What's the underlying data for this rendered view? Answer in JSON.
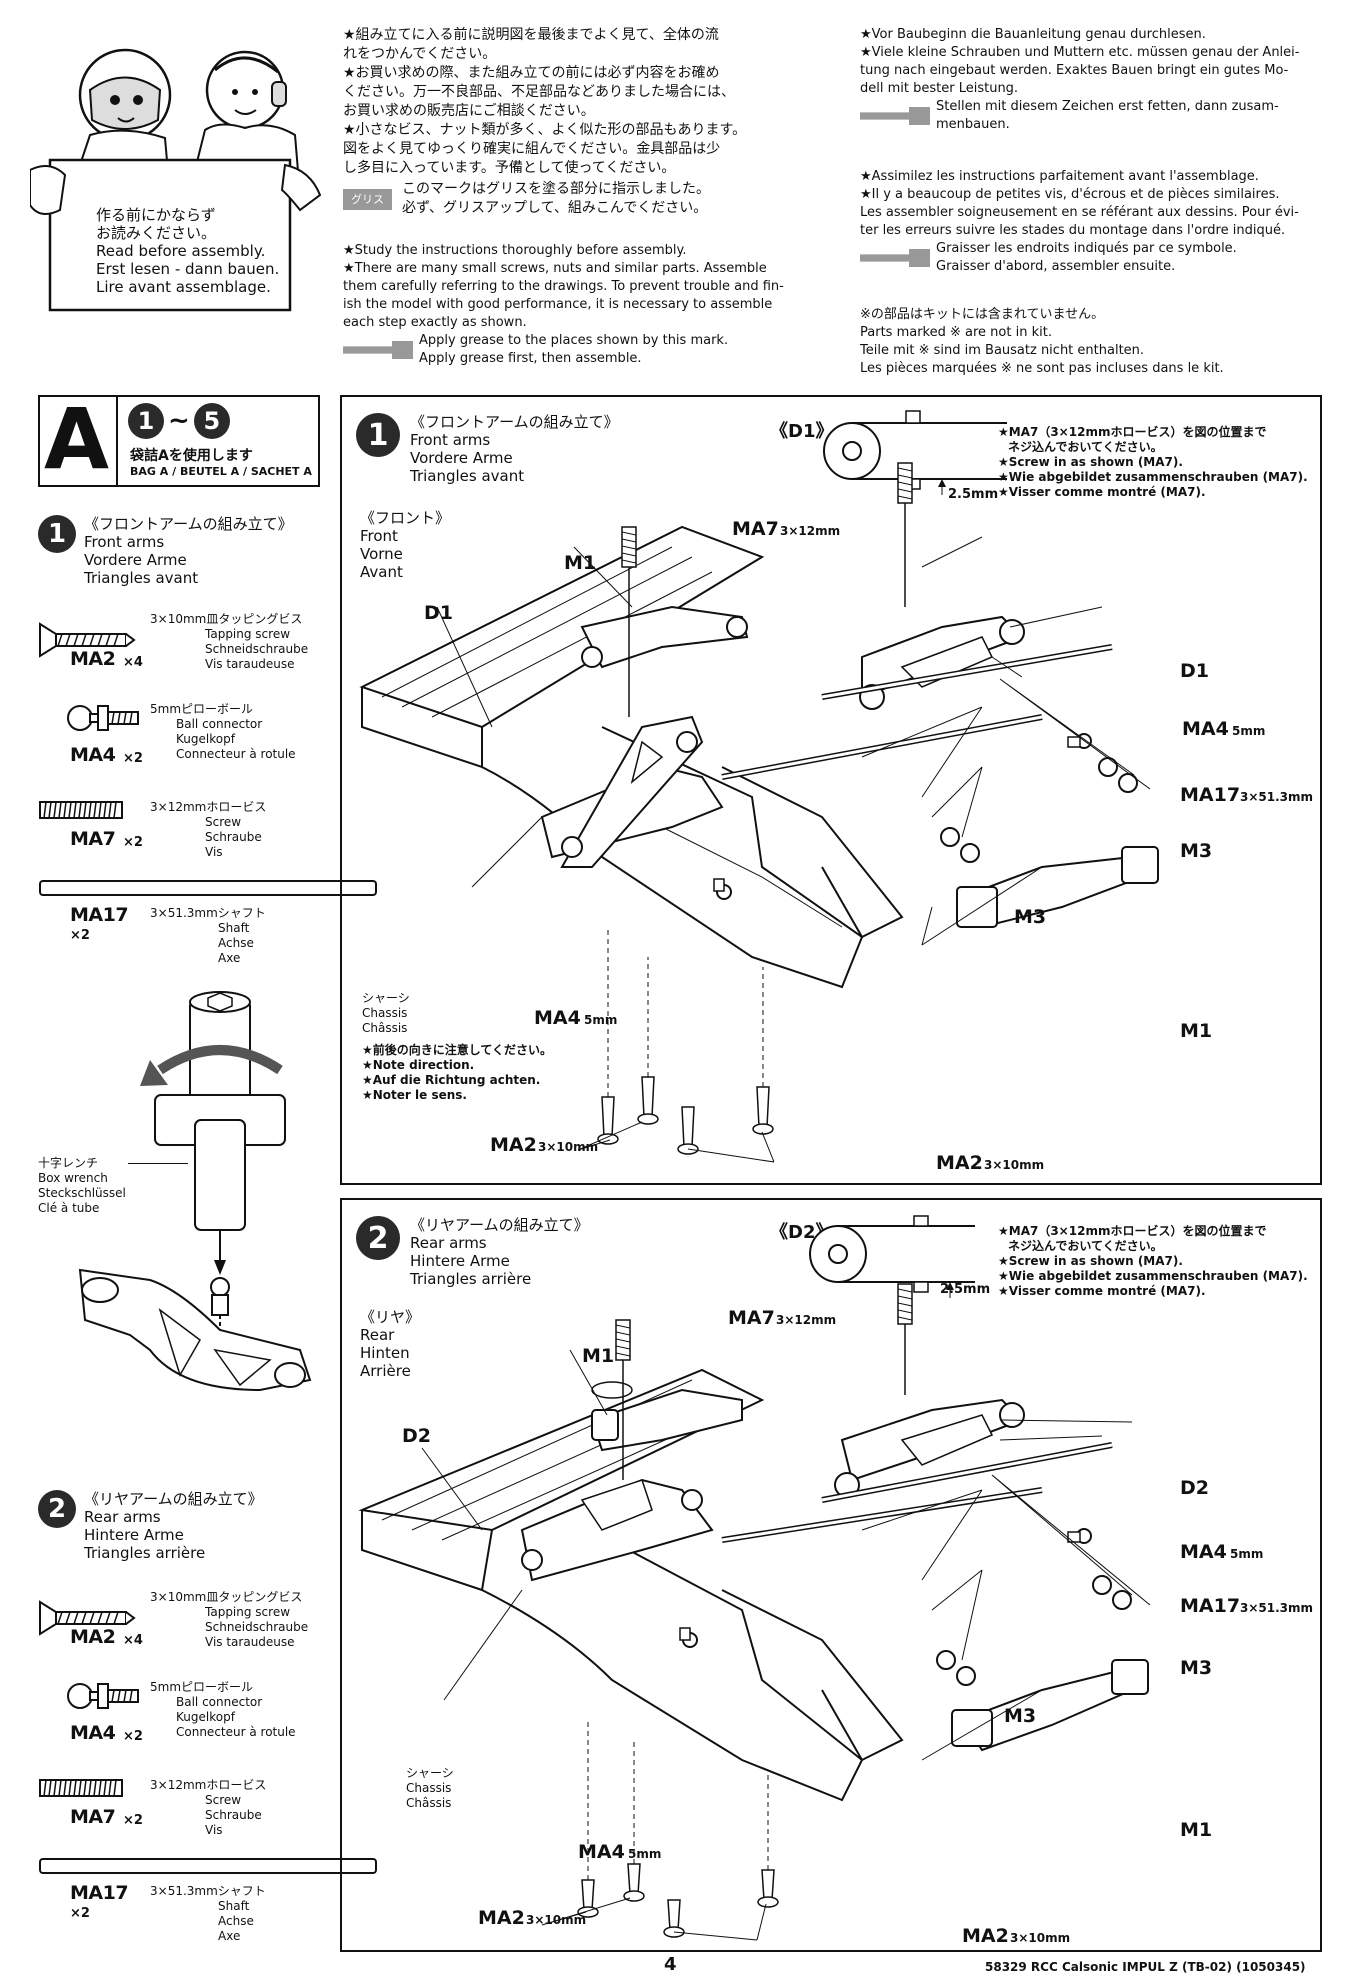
{
  "header": {
    "sign_lines": [
      "作る前にかならず",
      "お読みください。",
      "Read before assembly.",
      "Erst lesen - dann bauen.",
      "Lire avant assemblage."
    ],
    "jp_block": [
      "★組み立てに入る前に説明図を最後までよく見て、全体の流",
      "れをつかんでください。",
      "★お買い求めの際、また組み立ての前には必ず内容をお確め",
      "ください。万一不良部品、不足部品などありました場合には、",
      "お買い求めの販売店にご相談ください。",
      "★小さなビス、ナット類が多く、よく似た形の部品もあります。",
      "図をよく見てゆっくり確実に組んでください。金具部品は少",
      "し多目に入っています。予備として使ってください。"
    ],
    "grease_tag": "グリス",
    "jp_grease_lines": [
      "このマークはグリスを塗る部分に指示しました。",
      "必ず、グリスアップして、組みこんでください。"
    ],
    "en_block": [
      "★Study the instructions thoroughly before assembly.",
      "★There are many small screws, nuts and similar parts. Assemble",
      "them carefully referring to the drawings. To prevent trouble and fin-",
      "ish the model with good performance, it is necessary to assemble",
      "each step exactly as shown."
    ],
    "en_grease_lines": [
      "Apply grease to the places shown by this mark.",
      "Apply grease first, then assemble."
    ],
    "de_block": [
      "★Vor Baubeginn die Bauanleitung genau durchlesen.",
      "★Viele kleine Schrauben und Muttern etc. müssen genau der Anlei-",
      "tung nach eingebaut werden. Exaktes Bauen bringt ein gutes Mo-",
      "dell mit bester Leistung."
    ],
    "de_grease_lines": [
      "Stellen mit diesem Zeichen erst fetten, dann zusam-",
      "menbauen."
    ],
    "fr_block": [
      "★Assimilez les instructions parfaitement avant  l'assemblage.",
      "★Il y a beaucoup de petites vis, d'écrous et de pièces similaires.",
      "Les assembler soigneusement en se référant aux dessins. Pour évi-",
      "ter les erreurs suivre les stades du montage dans l'ordre indiqué."
    ],
    "fr_grease_lines": [
      "Graisser les endroits indiqués par ce symbole.",
      "Graisser d'abord, assembler ensuite."
    ],
    "not_in_kit": [
      "※の部品はキットには含まれていません。",
      "Parts marked ※ are not in kit.",
      "Teile mit ※ sind im Bausatz nicht enthalten.",
      "Les pièces marquées ※ ne sont pas incluses dans le kit."
    ]
  },
  "bag": {
    "letter": "A",
    "step_from": "1",
    "tilde": "~",
    "step_to": "5",
    "jp": "袋詰Aを使用します",
    "ml": "BAG A / BEUTEL A / SACHET A"
  },
  "sidebar": {
    "step1": {
      "num": "1",
      "title_jp": "《フロントアームの組み立て》",
      "title_en": "Front arms",
      "title_de": "Vordere Arme",
      "title_fr": "Triangles avant"
    },
    "step2": {
      "num": "2",
      "title_jp": "《リヤアームの組み立て》",
      "title_en": "Rear arms",
      "title_de": "Hintere Arme",
      "title_fr": "Triangles arrière"
    },
    "parts": [
      {
        "id": "MA2",
        "qty": "×4",
        "jp": "3×10mm皿タッピングビス",
        "en": "Tapping screw",
        "de": "Schneidschraube",
        "fr": "Vis taraudeuse"
      },
      {
        "id": "MA4",
        "qty": "×2",
        "jp": "5mmピローボール",
        "en": "Ball connector",
        "de": "Kugelkopf",
        "fr": "Connecteur à rotule"
      },
      {
        "id": "MA7",
        "qty": "×2",
        "jp": "3×12mmホロービス",
        "en": "Screw",
        "de": "Schraube",
        "fr": "Vis"
      },
      {
        "id": "MA17",
        "qty": "×2",
        "jp": "3×51.3mmシャフト",
        "en": "Shaft",
        "de": "Achse",
        "fr": "Axe"
      }
    ],
    "wrench": [
      "十字レンチ",
      "Box wrench",
      "Steckschlüssel",
      "Clé à tube"
    ]
  },
  "panel1": {
    "num": "1",
    "title_jp": "《フロントアームの組み立て》",
    "title_en": "Front arms",
    "title_de": "Vordere Arme",
    "title_fr": "Triangles avant",
    "dir": [
      "《フロント》",
      "Front",
      "Vorne",
      "Avant"
    ],
    "detail_label": "《D1》",
    "dim": "2.5mm",
    "notes": [
      "★MA7（3×12mmホロービス）を図の位置まで",
      "ネジ込んでおいてください。",
      "★Screw in as shown (MA7).",
      "★Wie abgebildet zusammenschrauben (MA7).",
      "★Visser comme montré (MA7)."
    ],
    "chassis": [
      "シャーシ",
      "Chassis",
      "Châssis"
    ],
    "direction_note": [
      "★前後の向きに注意してください。",
      "★Note direction.",
      "★Auf die Richtung achten.",
      "★Noter le sens."
    ],
    "labels": {
      "ma7": "MA7",
      "ma7s": "3×12mm",
      "m1": "M1",
      "d1": "D1",
      "ma4": "MA4",
      "ma4s": "5mm",
      "ma17": "MA17",
      "ma17s": "3×51.3mm",
      "m3": "M3",
      "ma2": "MA2",
      "ma2s": "3×10mm"
    }
  },
  "panel2": {
    "num": "2",
    "title_jp": "《リヤアームの組み立て》",
    "title_en": "Rear arms",
    "title_de": "Hintere Arme",
    "title_fr": "Triangles arrière",
    "dir": [
      "《リヤ》",
      "Rear",
      "Hinten",
      "Arrière"
    ],
    "detail_label": "《D2》",
    "dim": "2.5mm",
    "notes": [
      "★MA7（3×12mmホロービス）を図の位置まで",
      "ネジ込んでおいてください。",
      "★Screw in as shown (MA7).",
      "★Wie abgebildet zusammenschrauben (MA7).",
      "★Visser comme montré (MA7)."
    ],
    "chassis": [
      "シャーシ",
      "Chassis",
      "Châssis"
    ],
    "labels": {
      "ma7": "MA7",
      "ma7s": "3×12mm",
      "m1": "M1",
      "d2": "D2",
      "ma4": "MA4",
      "ma4s": "5mm",
      "ma17": "MA17",
      "ma17s": "3×51.3mm",
      "m3": "M3",
      "ma2": "MA2",
      "ma2s": "3×10mm"
    }
  },
  "footer": {
    "page": "4",
    "code": "58329  RCC Calsonic IMPUL Z (TB-02) (1050345)"
  }
}
